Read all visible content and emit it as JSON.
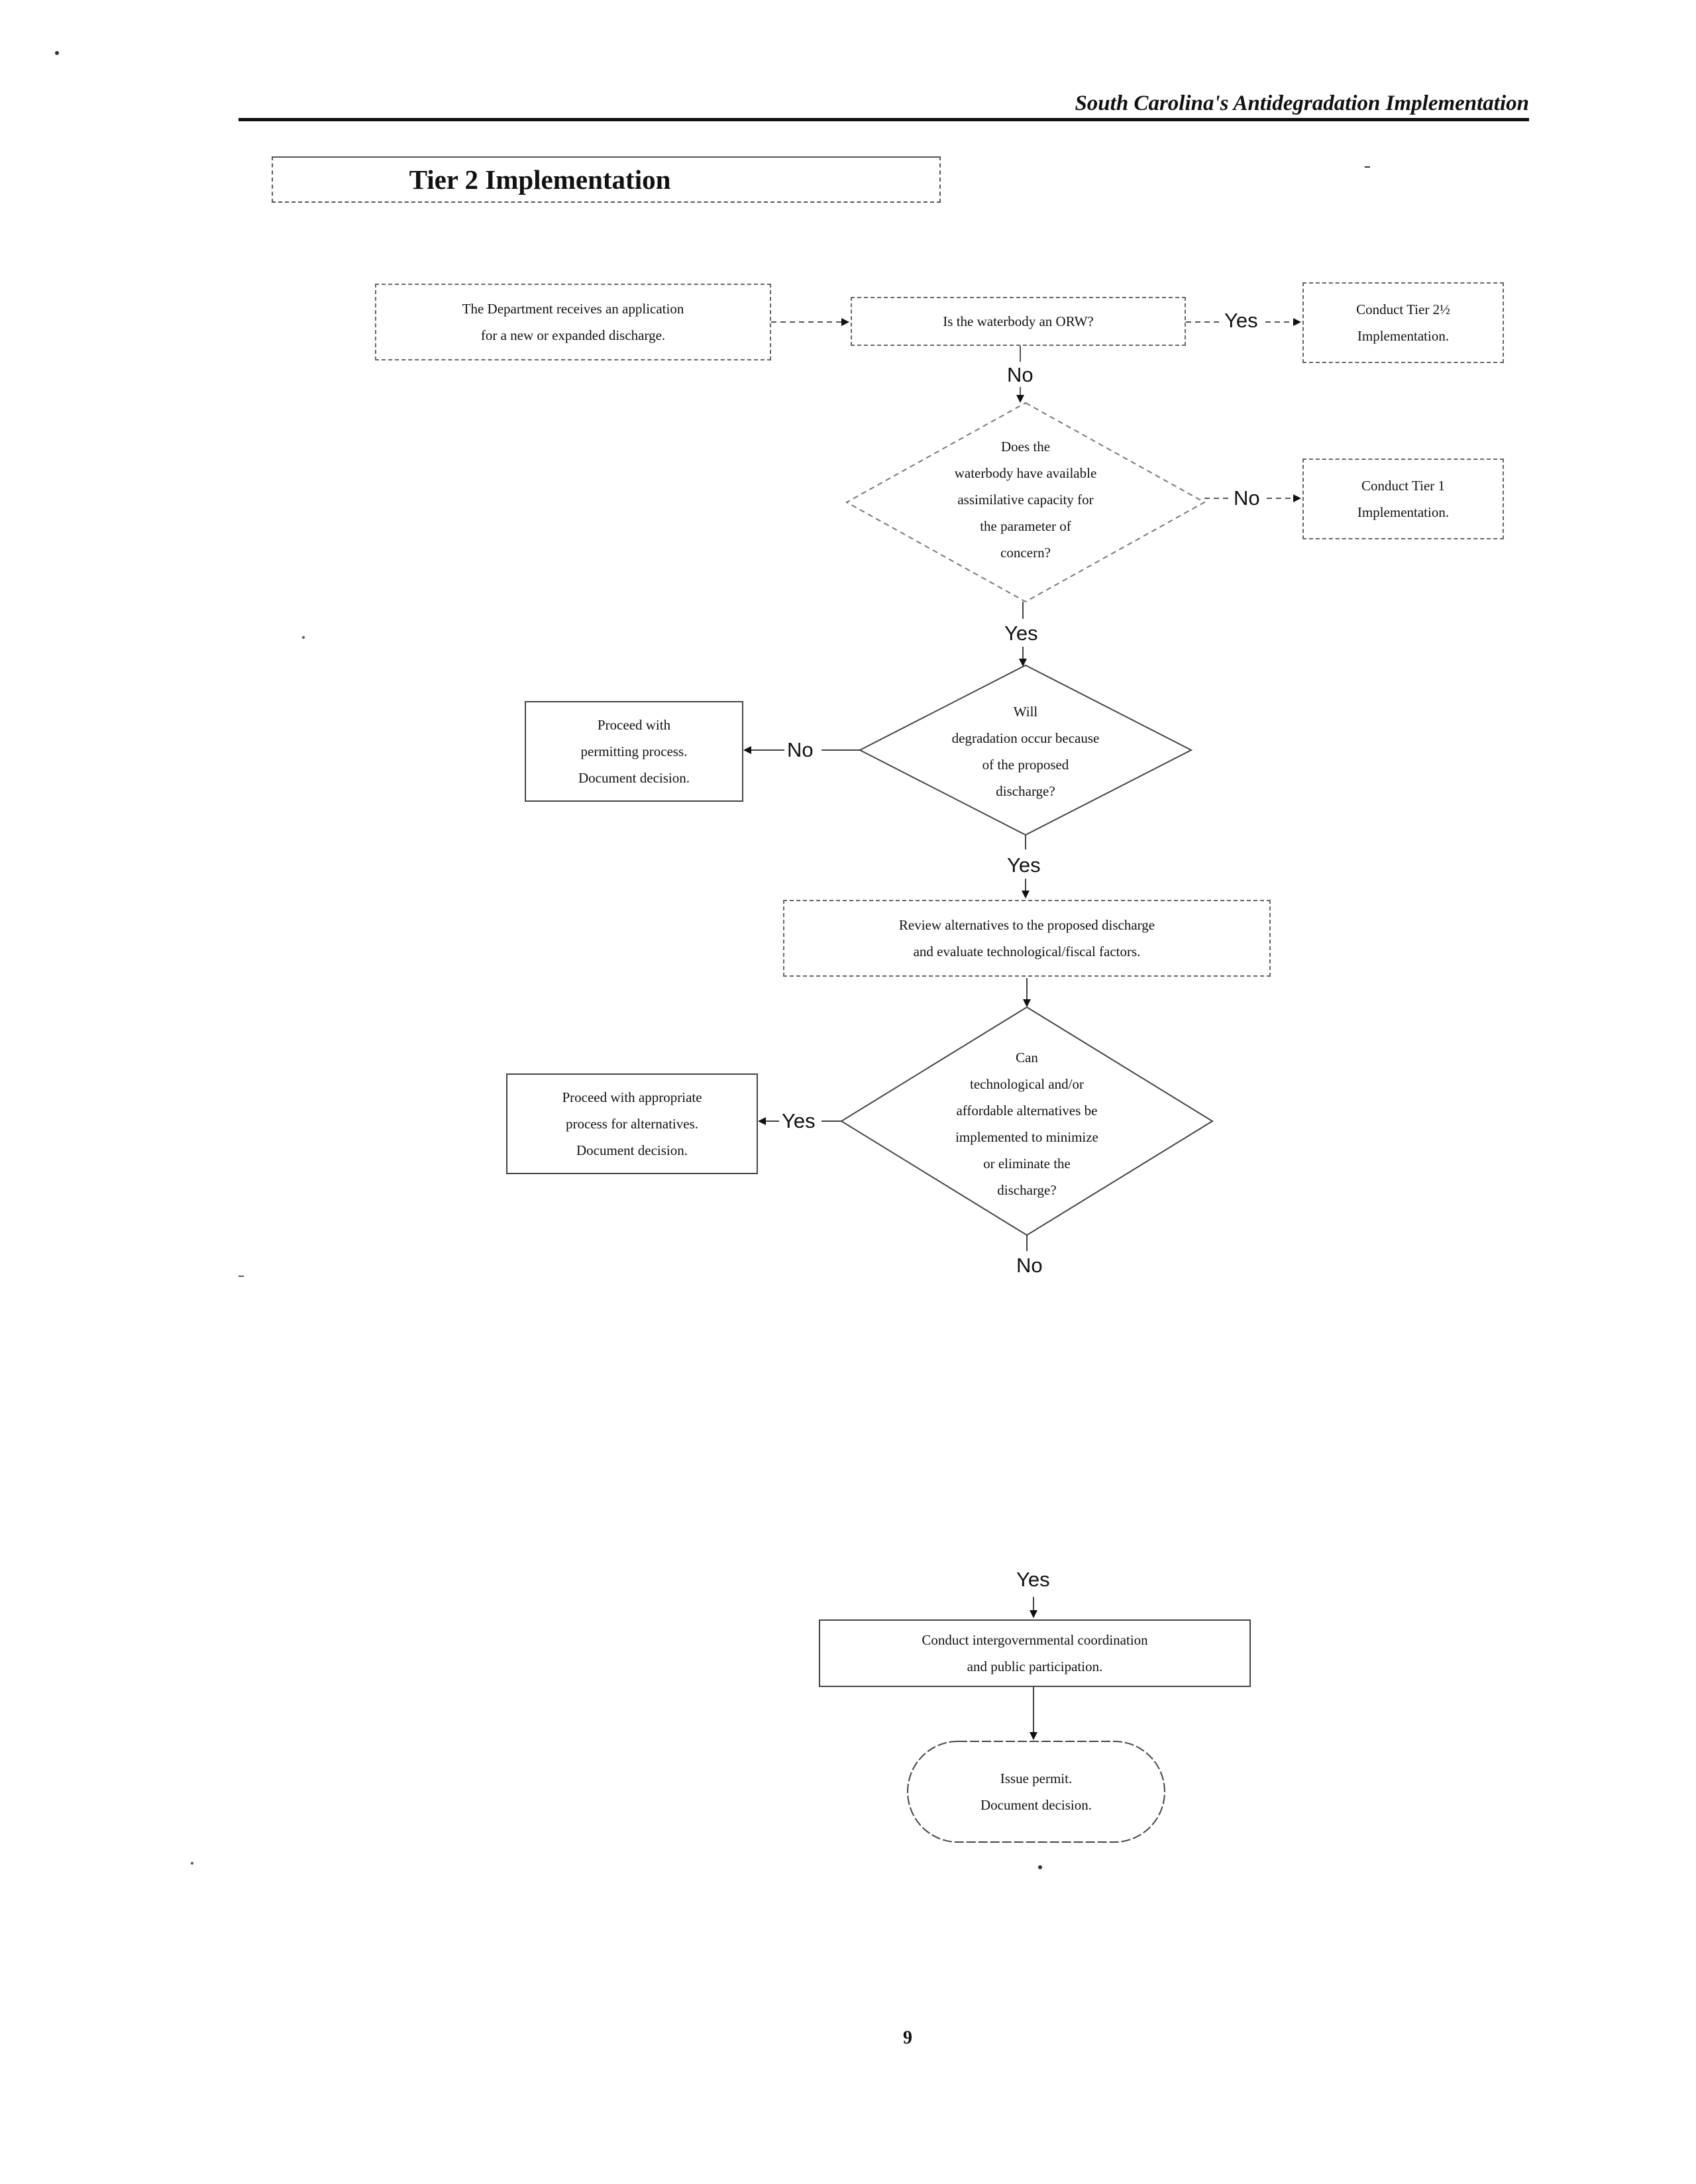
{
  "header": {
    "running_title": "South Carolina's Antidegradation Implementation"
  },
  "section_title": "Tier 2 Implementation",
  "flowchart": {
    "start_box": [
      "The Department receives an application",
      "for a new or expanded discharge."
    ],
    "decision_orw": "Is the waterbody an ORW?",
    "box_tier_2_half": [
      "Conduct Tier 2½",
      "Implementation."
    ],
    "decision_capacity": [
      "Does the",
      "waterbody have available",
      "assimilative capacity for",
      "the parameter of",
      "concern?"
    ],
    "box_tier_1": [
      "Conduct Tier 1",
      "Implementation."
    ],
    "decision_degradation": [
      "Will",
      "degradation occur because",
      "of the proposed",
      "discharge?"
    ],
    "box_proceed_permitting": [
      "Proceed with",
      "permitting process.",
      "Document decision."
    ],
    "box_review_alternatives": [
      "Review alternatives to the proposed discharge",
      "and evaluate technological/fiscal factors."
    ],
    "decision_alternatives": [
      "Can",
      "technological and/or",
      "affordable alternatives be",
      "implemented to minimize",
      "or eliminate the",
      "discharge?"
    ],
    "box_proceed_alternatives": [
      "Proceed with appropriate",
      "process for alternatives.",
      "Document decision."
    ],
    "box_coordination": [
      "Conduct intergovernmental coordination",
      "and public participation."
    ],
    "terminal_issue_permit": [
      "Issue permit.",
      "Document decision."
    ],
    "edge_labels": {
      "orw_yes": "Yes",
      "orw_no": "No",
      "capacity_no": "No",
      "capacity_yes": "Yes",
      "degradation_no": "No",
      "degradation_yes": "Yes",
      "alternatives_yes": "Yes",
      "alternatives_no": "No",
      "continuation_yes": "Yes"
    }
  },
  "page_number": "9"
}
